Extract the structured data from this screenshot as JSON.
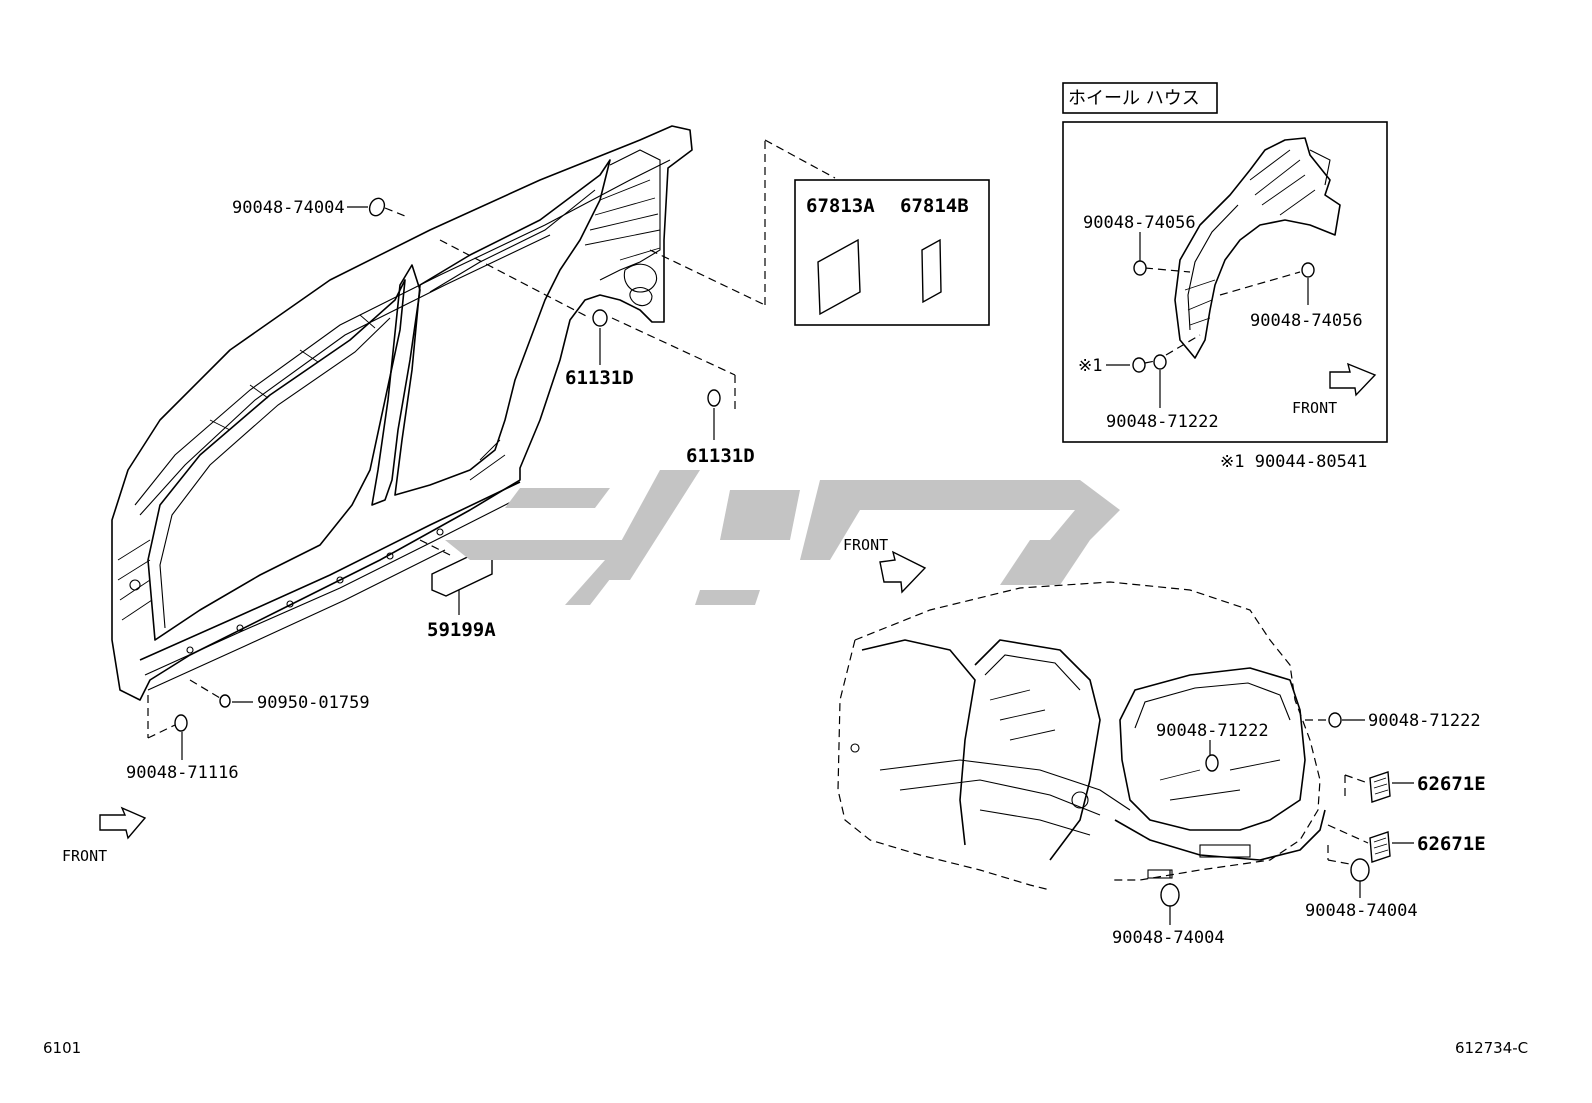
{
  "labels": {
    "p_90048_74004_top": "90048-74004",
    "p_61131D_a": "61131D",
    "p_61131D_b": "61131D",
    "p_59199A": "59199A",
    "p_90950_01759": "90950-01759",
    "p_90048_71116": "90048-71116",
    "p_67813A": "67813A",
    "p_67814B": "67814B",
    "front_left": "FRONT",
    "front_center": "FRONT",
    "front_inset": "FRONT",
    "inset_title": "ホイール ハウス",
    "inset_90048_74056_a": "90048-74056",
    "inset_90048_74056_b": "90048-74056",
    "inset_ref1": "※1",
    "inset_90048_71222": "90048-71222",
    "inset_note": "※1 90044-80541",
    "r_90048_71222_inner": "90048-71222",
    "r_90048_71222_outer": "90048-71222",
    "r_62671E_a": "62671E",
    "r_62671E_b": "62671E",
    "r_90048_74004_a": "90048-74004",
    "r_90048_74004_b": "90048-74004"
  },
  "footer": {
    "page_code": "6101",
    "diagram_code": "612734-C"
  },
  "icons": {
    "front_arrow": "front-arrow-icon",
    "plug": "hole-plug-icon",
    "cover": "cover-plate-icon",
    "watermark": "watermark-logo"
  },
  "colors": {
    "line": "#000000",
    "background": "#ffffff",
    "watermark": "#c4c4c4"
  }
}
